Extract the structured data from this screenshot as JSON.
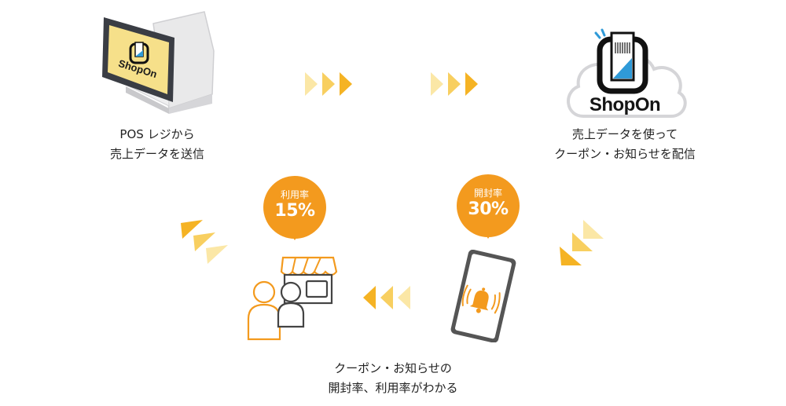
{
  "nodes": {
    "pos": {
      "caption_line1": "POS レジから",
      "caption_line2": "売上データを送信",
      "screen_logo": "ShopOn"
    },
    "cloud": {
      "logo": "ShopOn",
      "caption_line1": "売上データを使って",
      "caption_line2": "クーポン・お知らせを配信"
    },
    "store": {
      "caption_line1": "クーポン・お知らせの",
      "caption_line2": "開封率、利用率がわかる"
    }
  },
  "badges": {
    "usage": {
      "label": "利用率",
      "value": "15%"
    },
    "open": {
      "label": "開封率",
      "value": "30%"
    }
  },
  "colors": {
    "orange": "#f39a1e",
    "arrow_light": "#fbe7a6",
    "arrow_mid": "#f8cf60",
    "arrow_dark": "#f5b324",
    "logo_blue": "#2f9ad8"
  },
  "icons": [
    "pos-terminal-icon",
    "cloud-icon",
    "smartphone-icon",
    "store-icon",
    "bell-icon",
    "person-icon",
    "chevron-arrow-icon"
  ]
}
